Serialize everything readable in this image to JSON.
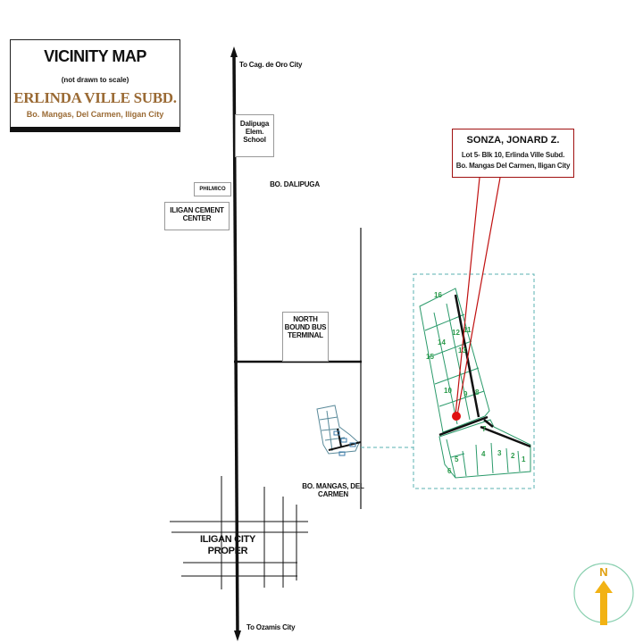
{
  "title_block": {
    "heading": "VICINITY MAP",
    "note": "(not drawn to scale)",
    "subdivision": "ERLINDA VILLE SUBD.",
    "address": "Bo. Mangas, Del Carmen, Iligan City"
  },
  "owner": {
    "name": "SONZA, JONARD Z.",
    "lot": "Lot 5- Blk 10, Erlinda Ville Subd.",
    "address": "Bo. Mangas Del Carmen, Iligan City"
  },
  "directions": {
    "north": "To Cag. de Oro City",
    "south": "To Ozamis City"
  },
  "landmarks": {
    "school": "Dalipuga Elem. School",
    "philmico": "PHILMICO",
    "cement": "ILIGAN CEMENT CENTER",
    "barangay_dalipuga": "BO. DALIPUGA",
    "terminal": "NORTH BOUND BUS TERMINAL",
    "barangay_mangas": "BO. MANGAS, DEL CARMEN",
    "city_proper": "ILIGAN CITY PROPER"
  },
  "lot_numbers": [
    "16",
    "14",
    "12",
    "11",
    "15",
    "13",
    "10",
    "9",
    "8",
    "7",
    "5",
    "4",
    "3",
    "2",
    "1",
    "6"
  ],
  "north_arrow": {
    "letter": "N",
    "color": "#f2b214"
  },
  "colors": {
    "owner_leader": "#c01010",
    "subject_dot": "#e01010",
    "inset_frame": "#5ab0b0",
    "lot_lines": "#2a9a6a",
    "title_accent": "#9a6a34"
  }
}
